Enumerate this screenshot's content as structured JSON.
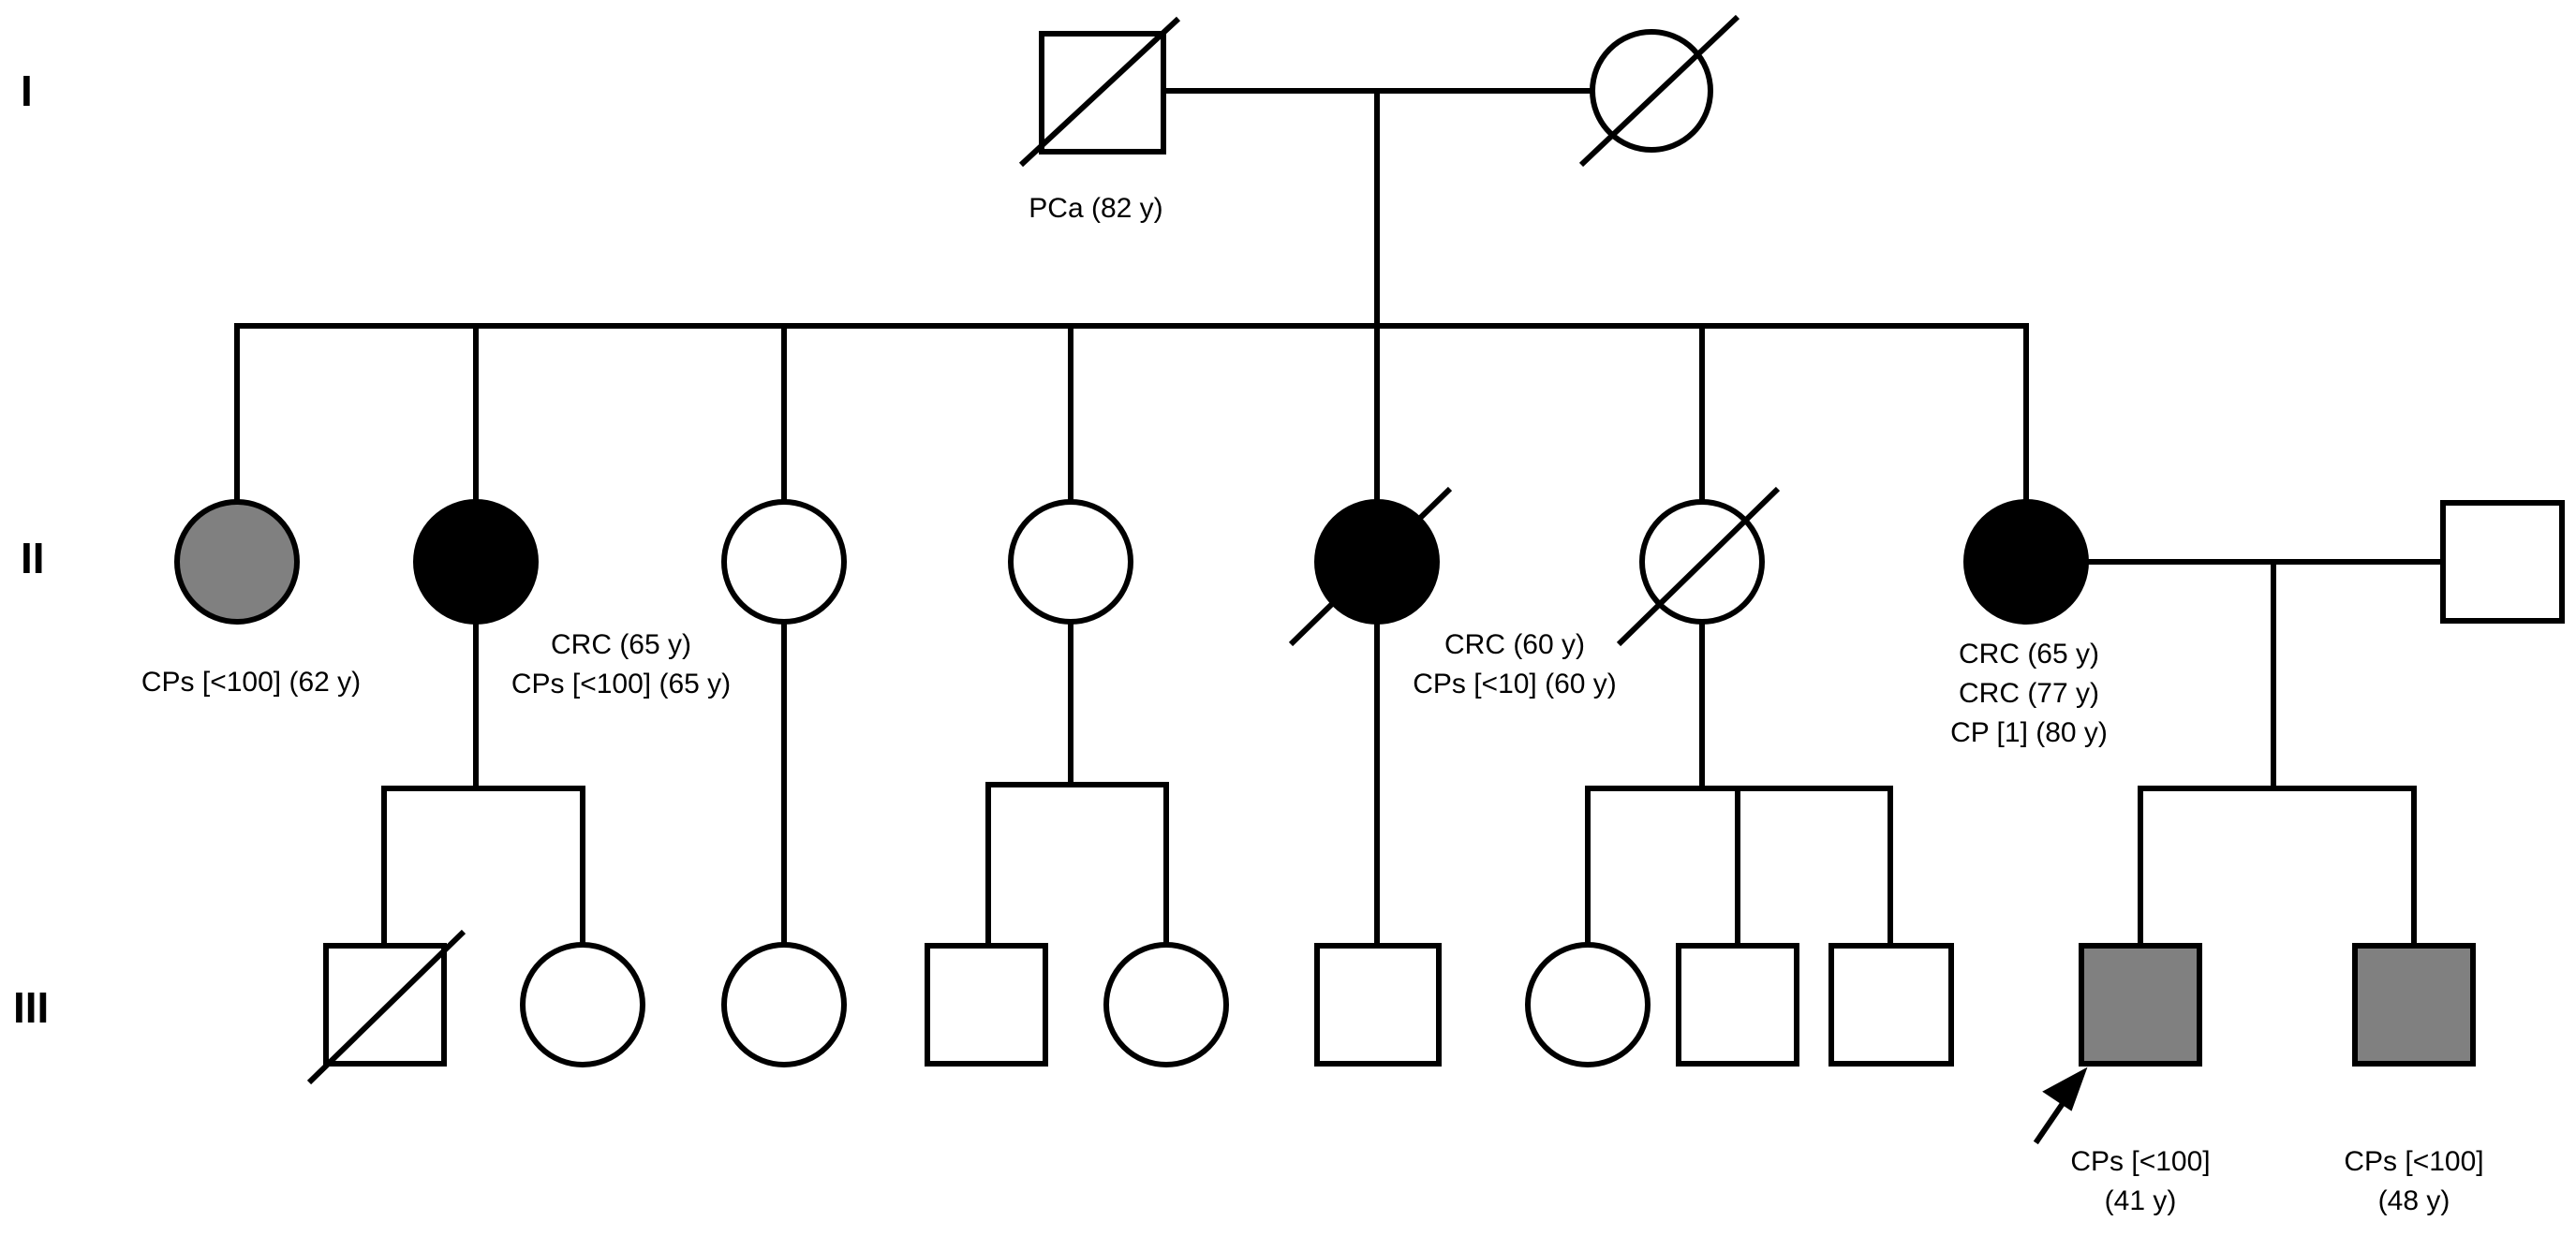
{
  "generations": [
    "I",
    "II",
    "III"
  ],
  "annotations": {
    "gen1_father": [
      "PCa (82 y)"
    ],
    "gen2_sister1": [
      "CPs [<100] (62 y)"
    ],
    "gen2_sister2": [
      "CRC (65 y)",
      "CPs [<100] (65 y)"
    ],
    "gen2_sister5": [
      "CRC (60 y)",
      "CPs [<10] (60 y)"
    ],
    "gen2_sister7": [
      "CRC (65 y)",
      "CRC (77 y)",
      "CP [1] (80 y)"
    ],
    "gen3_proband": [
      "CPs [<100]",
      "(41 y)"
    ],
    "gen3_brother": [
      "CPs [<100]",
      "(48 y)"
    ]
  },
  "colors": {
    "affected_crc": "#000000",
    "affected_polyps": "#808080",
    "unaffected": "#ffffff",
    "lines": "#000000"
  }
}
